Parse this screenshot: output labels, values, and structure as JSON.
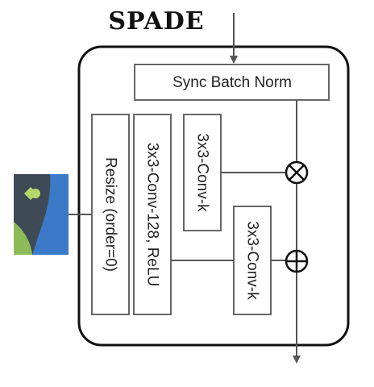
{
  "title": "SPADE",
  "blocks": {
    "sync_batch_norm": "Sync Batch Norm",
    "resize": "Resize (order=0)",
    "conv128": "3x3-Conv-128, ReLU",
    "conv_k_top": "3x3-Conv-k",
    "conv_k_bottom": "3x3-Conv-k"
  },
  "operators": {
    "multiply": "multiply",
    "add": "add"
  },
  "input_image": "segmentation-map",
  "colors": {
    "stroke": "#222222",
    "box_fill": "#ffffff",
    "map_blue": "#3a7ac8",
    "map_dark": "#3f4a57",
    "map_green": "#8dbb5a",
    "map_light_green": "#b5d86a"
  }
}
